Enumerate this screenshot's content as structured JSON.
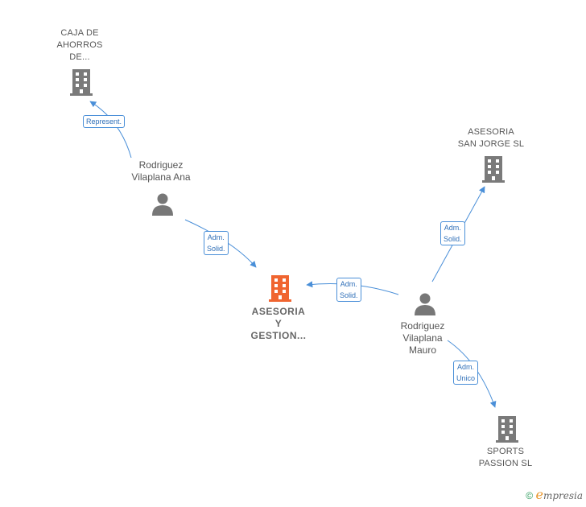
{
  "nodes": {
    "caja": {
      "label": "CAJA DE\nAHORROS\nDE..."
    },
    "asesoria_sj": {
      "label": "ASESORIA\nSAN JORGE SL"
    },
    "ana": {
      "label": "Rodriguez\nVilaplana Ana"
    },
    "main": {
      "label": "ASESORIA\nY\nGESTION..."
    },
    "mauro": {
      "label": "Rodriguez\nVilaplana\nMauro"
    },
    "sports": {
      "label": "SPORTS\nPASSION SL"
    }
  },
  "edges": {
    "ana_caja": {
      "label": "Represent."
    },
    "ana_main": {
      "label": "Adm.\nSolid."
    },
    "mauro_main": {
      "label": "Adm.\nSolid."
    },
    "mauro_sj": {
      "label": "Adm.\nSolid."
    },
    "mauro_sports": {
      "label": "Adm.\nUnico"
    }
  },
  "footer": {
    "copyright": "©",
    "brand_initial": "e",
    "brand_rest": "mpresia"
  },
  "colors": {
    "edge": "#4a8fd8",
    "company_icon": "#7a7a7a",
    "main_icon": "#f06530",
    "person_icon": "#777777"
  }
}
